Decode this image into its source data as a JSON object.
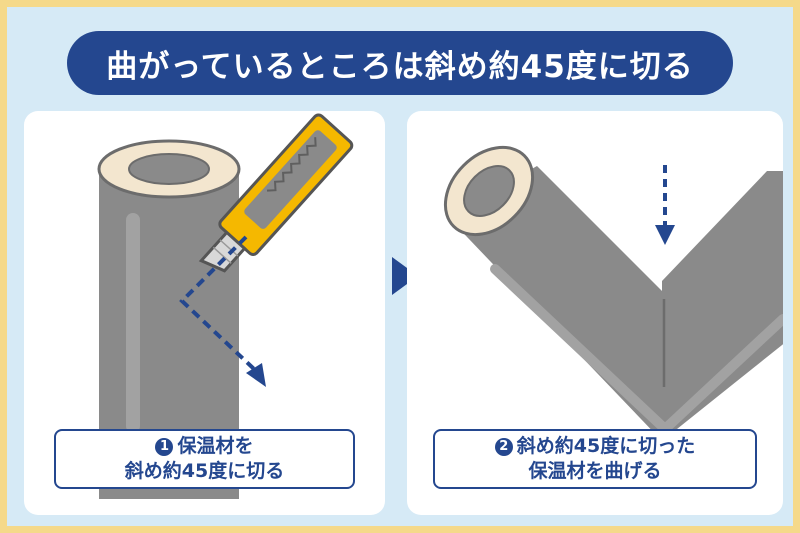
{
  "title": "曲がっているところは斜め約45度に切る",
  "steps": [
    {
      "number": "1",
      "line1": "保温材を",
      "line2": "斜め約45度に切る"
    },
    {
      "number": "2",
      "line1": "斜め約45度に切った",
      "line2": "保温材を曲げる"
    }
  ],
  "colors": {
    "frame_border": "#f5d98a",
    "background": "#d6eaf6",
    "accent_navy": "#24478f",
    "pipe_gray": "#8a8a8a",
    "insulation_cream": "#f3e6cf",
    "cutter_yellow": "#f5b800"
  }
}
